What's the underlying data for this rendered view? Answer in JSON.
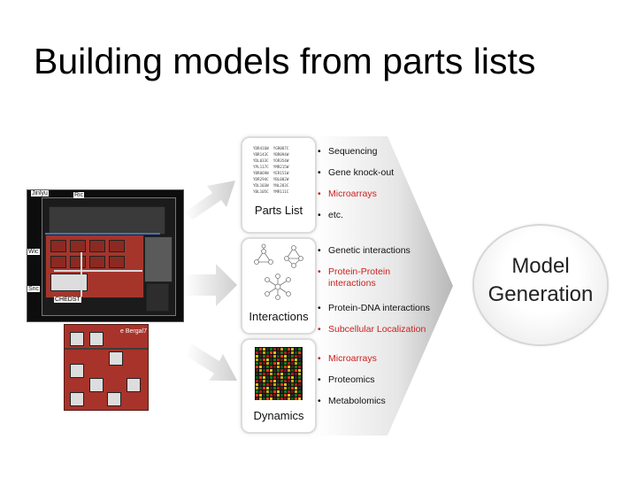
{
  "slide": {
    "title": "Building models from parts lists"
  },
  "photo": {
    "labels": [
      "Jinlyu",
      "Ric",
      "Wic",
      "Snc",
      "CHEDST",
      "e Bergal7"
    ]
  },
  "panels": [
    {
      "label": "Parts List"
    },
    {
      "label": "Interactions"
    },
    {
      "label": "Dynamics"
    }
  ],
  "parts_list_text": "YDR416W  YGR087C\nYBR143C  YBR094W\nYDL033C  YOR354W\nYPL117C  YMR215W\nYBR069W  YER151W\nYDR294C  YBL002W\nYDL103W  YNL283C\nYBL105C  YMR111C",
  "bullets": {
    "group1": [
      {
        "text": "Sequencing",
        "color": "black"
      },
      {
        "text": "Gene knock-out",
        "color": "black"
      },
      {
        "text": "Microarrays",
        "color": "red"
      },
      {
        "text": "etc.",
        "color": "black"
      }
    ],
    "group2": [
      {
        "text": "Genetic interactions",
        "color": "black"
      },
      {
        "text": "Protein-Protein",
        "text2": "interactions",
        "color": "red"
      },
      {
        "text": "Protein-DNA interactions",
        "color": "black"
      },
      {
        "text": "Subcellular Localization",
        "color": "red"
      }
    ],
    "group3": [
      {
        "text": "Microarrays",
        "color": "red"
      },
      {
        "text": "Proteomics",
        "color": "black"
      },
      {
        "text": "Metabolomics",
        "color": "black"
      }
    ],
    "dot": "•"
  },
  "model": {
    "line1": "Model",
    "line2": "Generation"
  },
  "colors": {
    "accent_red": "#cc2020",
    "panel_border": "#dcdcdc",
    "arrow_grey": "#d4d4d4"
  }
}
